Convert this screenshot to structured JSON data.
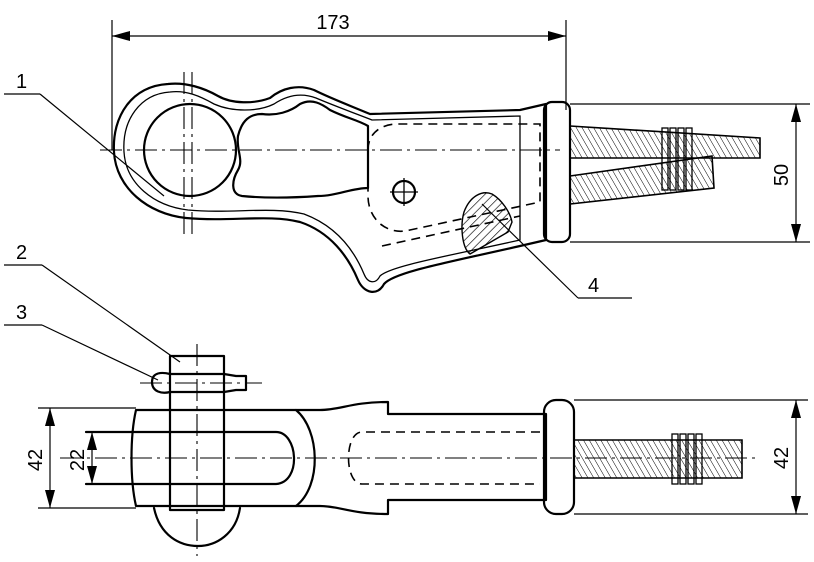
{
  "dimensions": {
    "overall_length": "173",
    "side_height": "50",
    "plan_width_left": "42",
    "plan_slot_width": "22",
    "plan_width_right": "42"
  },
  "callouts": {
    "c1": "1",
    "c2": "2",
    "c3": "3",
    "c4": "4"
  }
}
